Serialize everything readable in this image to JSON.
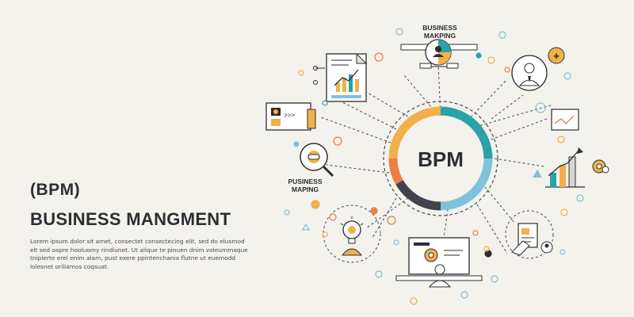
{
  "left_panel": {
    "acronym": "(BPM)",
    "title": "BUSINESS MANGMENT",
    "body": "Lorem ipsum dolor sit amet, consectet consectecing elit, sed do elusmod elt sed oapre hooluomy rindiunet. Ut alique te pinuen dnim voleummaque tniplerte erel enim alam, pust exere ppintenchania flutne ut euemodd lolesnet oriliamos coqsuat."
  },
  "hub": {
    "label": "BPM"
  },
  "nodes": {
    "top_label_line1": "BUSINESS",
    "top_label_line2": "MAKPING",
    "left_label_line1": "PUSINESS",
    "left_label_line2": "MAPING"
  },
  "colors": {
    "background": "#f4f2ec",
    "ink": "#2d2d33",
    "ring_teal": "#2aa3a8",
    "ring_blue": "#7fc2dd",
    "ring_dark": "#43434e",
    "ring_orange": "#ee7d45",
    "ring_yellow": "#f2b04a",
    "accent_blue": "#3c8fd0"
  }
}
